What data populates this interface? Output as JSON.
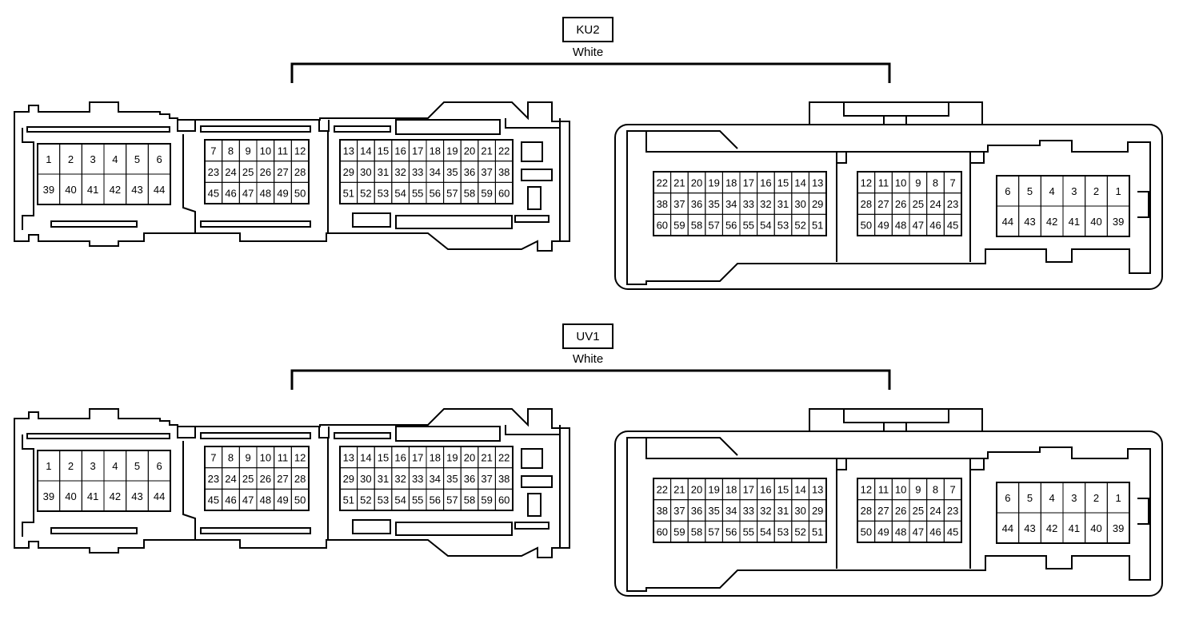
{
  "connectors": [
    {
      "id": "KU2",
      "color_label": "White",
      "left_view": {
        "blocks": [
          {
            "rows": [
              [
                "1",
                "2",
                "3",
                "4",
                "5",
                "6"
              ],
              [
                "39",
                "40",
                "41",
                "42",
                "43",
                "44"
              ]
            ]
          },
          {
            "rows": [
              [
                "7",
                "8",
                "9",
                "10",
                "11",
                "12"
              ],
              [
                "23",
                "24",
                "25",
                "26",
                "27",
                "28"
              ],
              [
                "45",
                "46",
                "47",
                "48",
                "49",
                "50"
              ]
            ]
          },
          {
            "rows": [
              [
                "13",
                "14",
                "15",
                "16",
                "17",
                "18",
                "19",
                "20",
                "21",
                "22"
              ],
              [
                "29",
                "30",
                "31",
                "32",
                "33",
                "34",
                "35",
                "36",
                "37",
                "38"
              ],
              [
                "51",
                "52",
                "53",
                "54",
                "55",
                "56",
                "57",
                "58",
                "59",
                "60"
              ]
            ]
          }
        ]
      },
      "right_view": {
        "blocks": [
          {
            "rows": [
              [
                "22",
                "21",
                "20",
                "19",
                "18",
                "17",
                "16",
                "15",
                "14",
                "13"
              ],
              [
                "38",
                "37",
                "36",
                "35",
                "34",
                "33",
                "32",
                "31",
                "30",
                "29"
              ],
              [
                "60",
                "59",
                "58",
                "57",
                "56",
                "55",
                "54",
                "53",
                "52",
                "51"
              ]
            ]
          },
          {
            "rows": [
              [
                "12",
                "11",
                "10",
                "9",
                "8",
                "7"
              ],
              [
                "28",
                "27",
                "26",
                "25",
                "24",
                "23"
              ],
              [
                "50",
                "49",
                "48",
                "47",
                "46",
                "45"
              ]
            ]
          },
          {
            "rows": [
              [
                "6",
                "5",
                "4",
                "3",
                "2",
                "1"
              ],
              [
                "44",
                "43",
                "42",
                "41",
                "40",
                "39"
              ]
            ]
          }
        ]
      }
    },
    {
      "id": "UV1",
      "color_label": "White",
      "left_view": {
        "blocks": [
          {
            "rows": [
              [
                "1",
                "2",
                "3",
                "4",
                "5",
                "6"
              ],
              [
                "39",
                "40",
                "41",
                "42",
                "43",
                "44"
              ]
            ]
          },
          {
            "rows": [
              [
                "7",
                "8",
                "9",
                "10",
                "11",
                "12"
              ],
              [
                "23",
                "24",
                "25",
                "26",
                "27",
                "28"
              ],
              [
                "45",
                "46",
                "47",
                "48",
                "49",
                "50"
              ]
            ]
          },
          {
            "rows": [
              [
                "13",
                "14",
                "15",
                "16",
                "17",
                "18",
                "19",
                "20",
                "21",
                "22"
              ],
              [
                "29",
                "30",
                "31",
                "32",
                "33",
                "34",
                "35",
                "36",
                "37",
                "38"
              ],
              [
                "51",
                "52",
                "53",
                "54",
                "55",
                "56",
                "57",
                "58",
                "59",
                "60"
              ]
            ]
          }
        ]
      },
      "right_view": {
        "blocks": [
          {
            "rows": [
              [
                "22",
                "21",
                "20",
                "19",
                "18",
                "17",
                "16",
                "15",
                "14",
                "13"
              ],
              [
                "38",
                "37",
                "36",
                "35",
                "34",
                "33",
                "32",
                "31",
                "30",
                "29"
              ],
              [
                "60",
                "59",
                "58",
                "57",
                "56",
                "55",
                "54",
                "53",
                "52",
                "51"
              ]
            ]
          },
          {
            "rows": [
              [
                "12",
                "11",
                "10",
                "9",
                "8",
                "7"
              ],
              [
                "28",
                "27",
                "26",
                "25",
                "24",
                "23"
              ],
              [
                "50",
                "49",
                "48",
                "47",
                "46",
                "45"
              ]
            ]
          },
          {
            "rows": [
              [
                "6",
                "5",
                "4",
                "3",
                "2",
                "1"
              ],
              [
                "44",
                "43",
                "42",
                "41",
                "40",
                "39"
              ]
            ]
          }
        ]
      }
    }
  ]
}
